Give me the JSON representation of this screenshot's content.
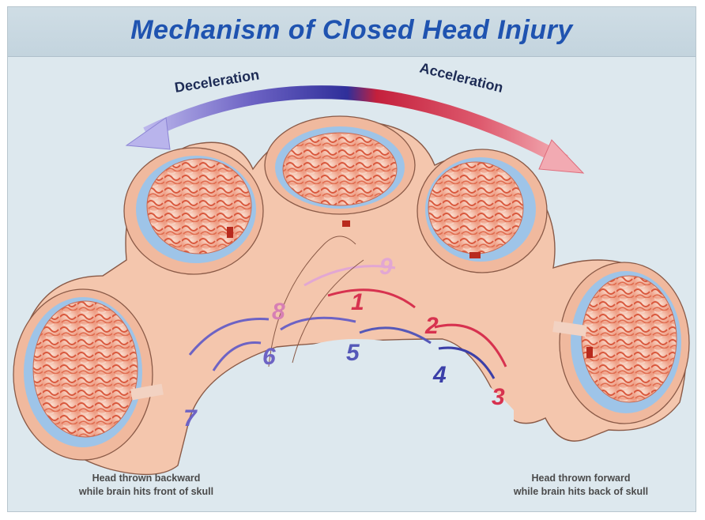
{
  "title": "Mechanism of Closed Head Injury",
  "arrows": {
    "left_label": "Deceleration",
    "right_label": "Acceleration",
    "left_color": "#7a6fc9",
    "right_color": "#d2304a"
  },
  "impact_labels": [
    {
      "text": "1",
      "color": "#d7324f"
    },
    {
      "text": "2",
      "color": "#d7324f"
    },
    {
      "text": "3",
      "color": "#d7324f"
    },
    {
      "text": "4",
      "color": "#3b3fa8"
    },
    {
      "text": "5",
      "color": "#5558b8"
    },
    {
      "text": "6",
      "color": "#6d63c4"
    },
    {
      "text": "7",
      "color": "#6d63c4"
    },
    {
      "text": "8",
      "color": "#d77fb4"
    },
    {
      "text": "9",
      "color": "#e2a7d3"
    }
  ],
  "captions": {
    "left": [
      "Head thrown backward",
      "while brain hits front of skull"
    ],
    "right": [
      "Head thrown forward",
      "while brain hits back of skull"
    ]
  },
  "colors": {
    "skin": "#f4c6ad",
    "brain": "#f3b39f",
    "csf": "#9ec4e8"
  }
}
